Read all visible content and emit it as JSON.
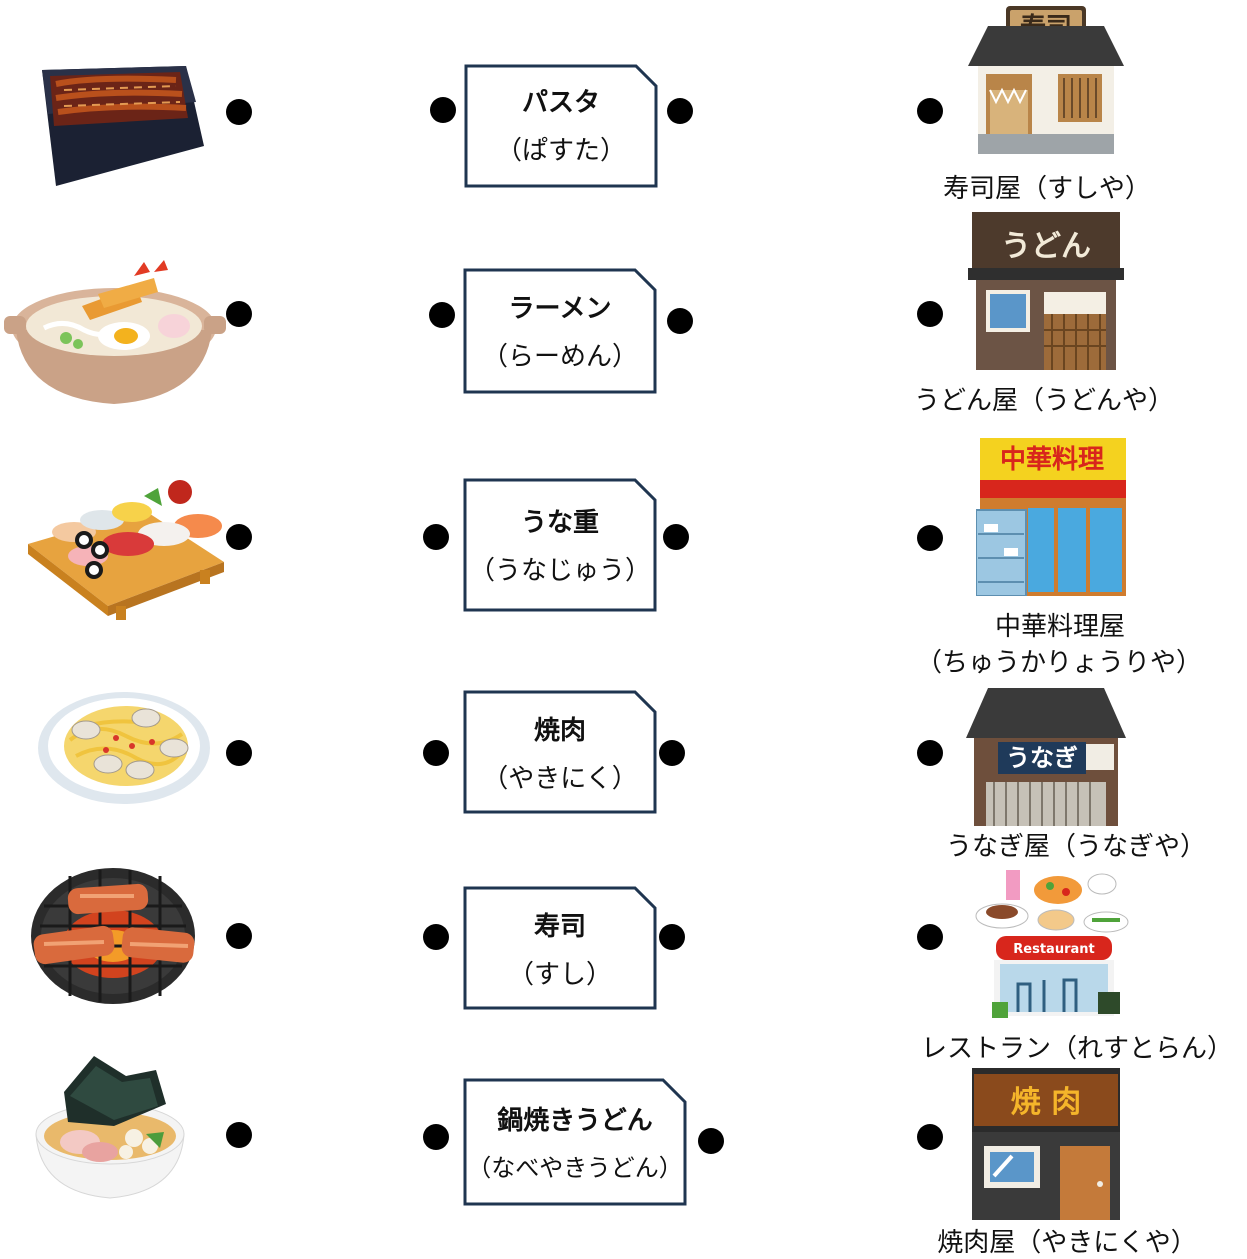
{
  "foods": [
    {
      "icon": "unaju-box-icon"
    },
    {
      "icon": "nabeyaki-udon-pot-icon"
    },
    {
      "icon": "sushi-platter-icon"
    },
    {
      "icon": "pasta-plate-icon"
    },
    {
      "icon": "yakiniku-grill-icon"
    },
    {
      "icon": "ramen-bowl-icon"
    }
  ],
  "words": [
    {
      "word": "パスタ",
      "reading": "（ぱすた）"
    },
    {
      "word": "ラーメン",
      "reading": "（らーめん）"
    },
    {
      "word": "うな重",
      "reading": "（うなじゅう）"
    },
    {
      "word": "焼肉",
      "reading": "（やきにく）"
    },
    {
      "word": "寿司",
      "reading": "（すし）"
    },
    {
      "word": "鍋焼きうどん",
      "reading": "（なべやきうどん）"
    }
  ],
  "shops": [
    {
      "sign": "寿司",
      "label": "寿司屋（すしや）",
      "icon": "sushi-shop-icon"
    },
    {
      "sign": "うどん",
      "label": "うどん屋（うどんや）",
      "icon": "udon-shop-icon"
    },
    {
      "sign": "中華料理",
      "label": "中華料理屋",
      "label2": "（ちゅうかりょうりや）",
      "icon": "chinese-restaurant-icon"
    },
    {
      "sign": "うなぎ",
      "label": "うなぎ屋（うなぎや）",
      "icon": "unagi-shop-icon"
    },
    {
      "sign": "Restaurant",
      "label": "レストラン（れすとらん）",
      "icon": "restaurant-icon"
    },
    {
      "sign": "焼 肉",
      "label": "焼肉屋（やきにくや）",
      "icon": "yakiniku-shop-icon"
    }
  ],
  "colors": {
    "dot": "#000000",
    "card_border": "#1f3550"
  }
}
